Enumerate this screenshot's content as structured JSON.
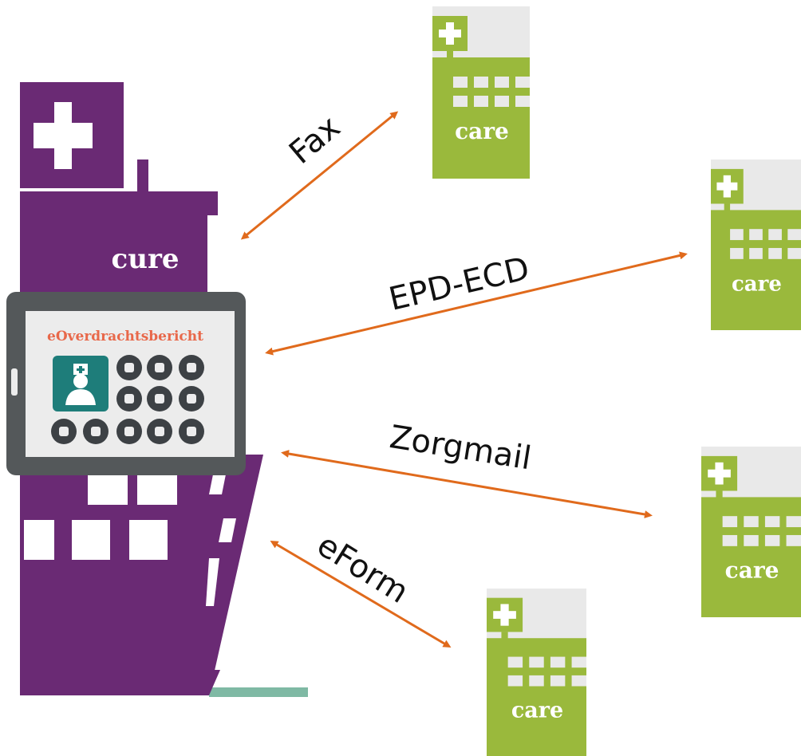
{
  "hub": {
    "label": "cure",
    "tablet": {
      "title": "eOverdrachtsbericht",
      "icons": [
        "wheelchair-icon",
        "drop-icon",
        "syringe-icon",
        "heartbeat-icon",
        "flask-icon",
        "helicopter-icon",
        "bed-icon",
        "nurse-cap-icon",
        "clipboard-icon",
        "dna-icon",
        "ribbon-icon"
      ],
      "featured_icon": "nurse-icon"
    }
  },
  "channels": [
    {
      "label": "Fax"
    },
    {
      "label": "EPD-ECD"
    },
    {
      "label": "Zorgmail"
    },
    {
      "label": "eForm"
    }
  ],
  "care_facilities": [
    {
      "label": "care"
    },
    {
      "label": "care"
    },
    {
      "label": "care"
    },
    {
      "label": "care"
    }
  ],
  "colors": {
    "cure_purple": "#6a2a74",
    "care_green": "#9ab93c",
    "care_light": "#e9e9e9",
    "arrow_orange": "#e06a1c",
    "tablet_frame": "#54585a",
    "tablet_screen": "#ececec",
    "title_orange": "#e8684a",
    "teal": "#1e7d7a",
    "icon_dark": "#3d4145"
  }
}
